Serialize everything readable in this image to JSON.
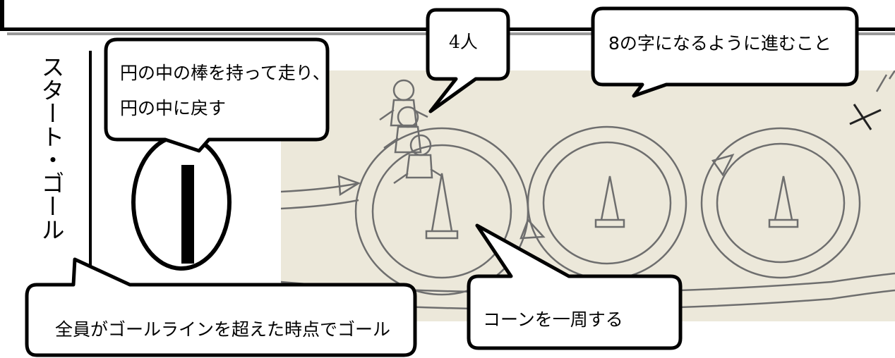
{
  "vertical_label": "スタート・ゴール",
  "callouts": {
    "stick": {
      "line1": "円の中の棒を持って走り、",
      "line2": "円の中に戻す"
    },
    "people": "4人",
    "figure8": "8の字になるように進むこと",
    "all_goal": "全員がゴールラインを超えた時点でゴール",
    "cone": "コーンを一周する"
  },
  "colors": {
    "outline": "#000000",
    "illustration_bg": "#ece8da",
    "drawing": "#6e6e6e"
  }
}
